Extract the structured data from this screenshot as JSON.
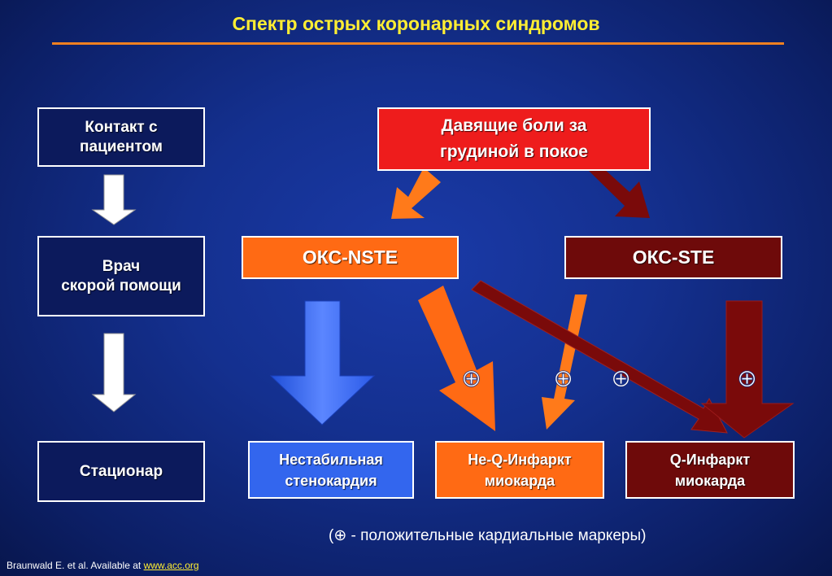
{
  "title": "Спектр острых коронарных синдромов",
  "left_column": {
    "contact": "Контакт с\nпациентом",
    "doctor": "Врач\nскорой помощи",
    "hospital": "Стационар"
  },
  "chest_pain": "Давящие боли за\nгрудиной в покое",
  "oks_nste": "ОКС-NSTE",
  "oks_ste": "ОКС-STE",
  "outcomes": {
    "unstable_angina": "Нестабильная\nстенокардия",
    "non_q_mi": "Не-Q-Инфаркт\nмиокарда",
    "q_mi": "Q-Инфаркт\nмиокарда"
  },
  "marker_symbol": "⊕",
  "legend": "(⊕ - положительные кардиальные маркеры)",
  "citation": {
    "text": "Braunwald E. et al. Available at ",
    "link": "www.acc.org"
  },
  "colors": {
    "background": "#14308f",
    "title": "#ffee33",
    "red": "#ee1c1c",
    "orange": "#ff6a14",
    "maroon": "#6e0a0a",
    "blue": "#3366ee"
  }
}
